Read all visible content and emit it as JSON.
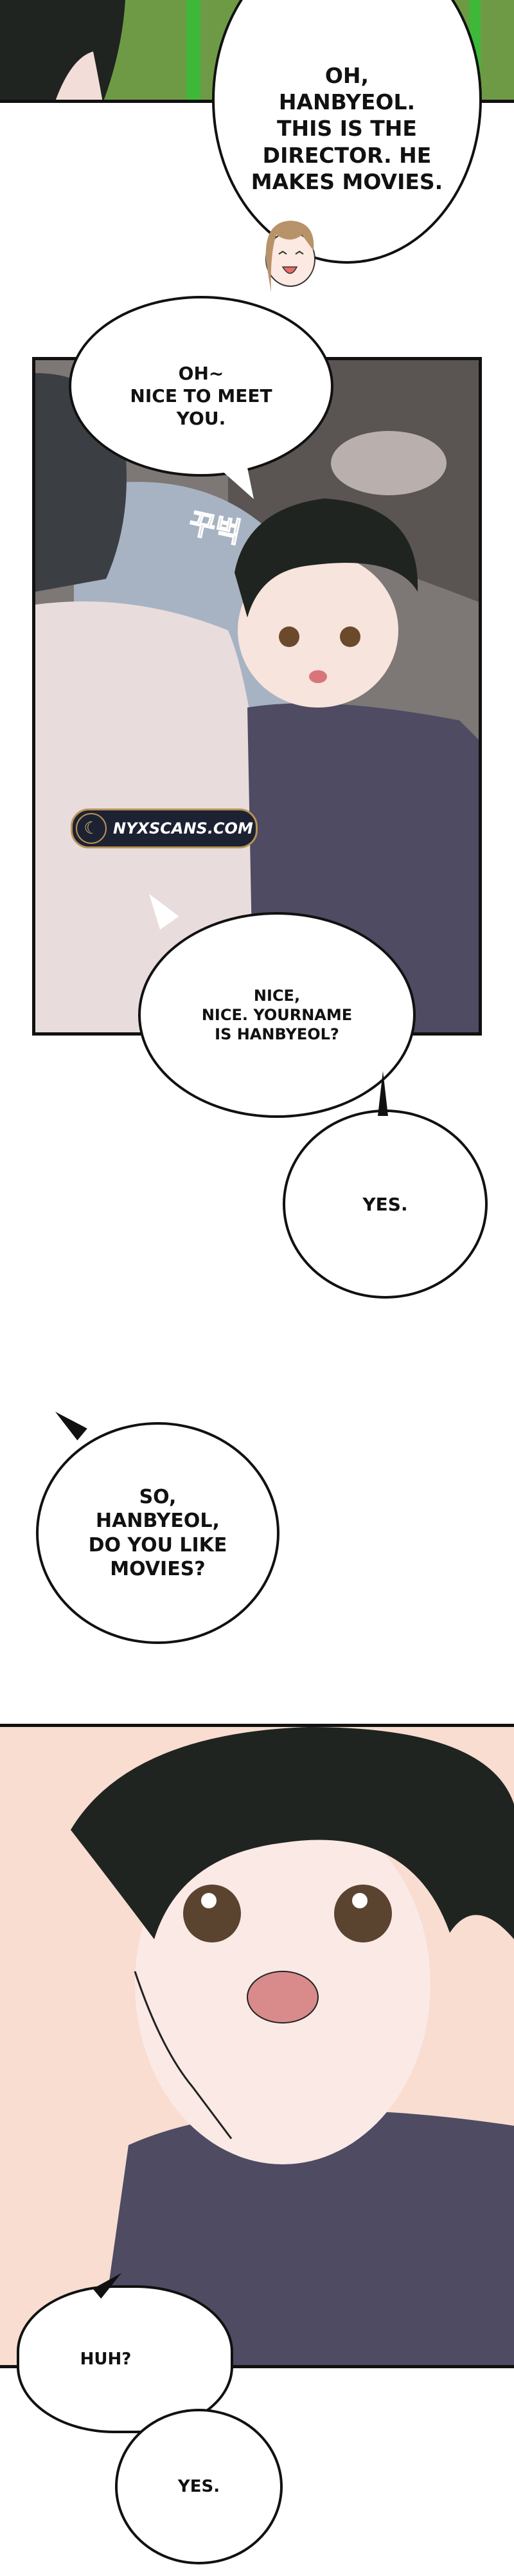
{
  "bubbles": {
    "director_intro": "Oh,\nHanbyeol.\nThis is the\ndirector. He\nmakes movies.",
    "nice_to_meet": "Oh~\nNice to meet\nyou.",
    "nice_name": "Nice,\nnice. Yourname\nis Hanbyeol?",
    "yes_1": "Yes.",
    "like_movies": "So,\nHanbyeol,\ndo you like\nmovies?",
    "huh": "Huh?",
    "yes_2": "Yes."
  },
  "sfx": "꾸벅",
  "watermark": "NYXSCANS.COM",
  "colors": {
    "grass": "#5d8a3a",
    "hair": "#1f2420",
    "hoodie": "#4e4b63",
    "skin": "#f7e4dc",
    "shirt": "#e9dcdc",
    "background_car": "#8a8584",
    "glow": "#f6d5c4"
  }
}
